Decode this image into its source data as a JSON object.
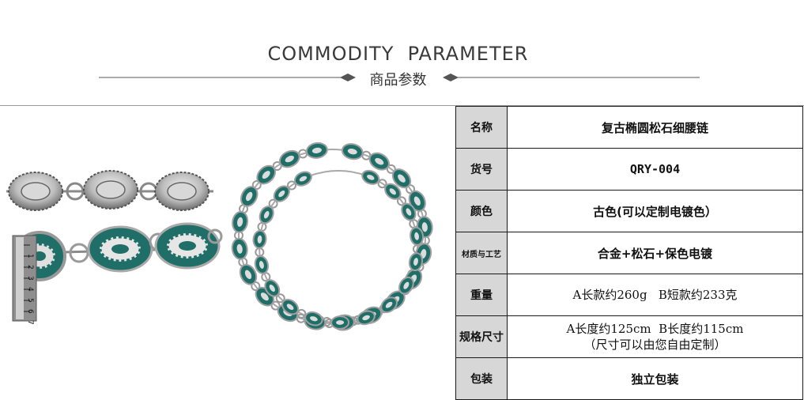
{
  "header": {
    "title_en": "COMMODITY  PARAMETER",
    "title_cn": "商品参数"
  },
  "ruler": {
    "ticks": [
      "1",
      "2",
      "3",
      "4",
      "5",
      "6",
      "7"
    ]
  },
  "params": {
    "rows": [
      {
        "label": "名称",
        "value": "复古椭圆松石细腰链"
      },
      {
        "label": "货号",
        "value": "QRY-004"
      },
      {
        "label": "颜色",
        "value": "古色(可以定制电镀色）"
      },
      {
        "label": "材质与工艺",
        "value": "合金+松石+保色电镀"
      },
      {
        "label": "重量",
        "value": "A长款约260g   B短款约233克"
      },
      {
        "label": "规格尺寸",
        "value": "A长度约125cm  B长度约115cm",
        "value2": "（尺寸可以由您自由定制）"
      },
      {
        "label": "包装",
        "value": "独立包装"
      }
    ]
  },
  "colors": {
    "turquoise": "#1f6e68",
    "silver": "#b9b9b9",
    "label_bg": "#d7d7d7"
  }
}
